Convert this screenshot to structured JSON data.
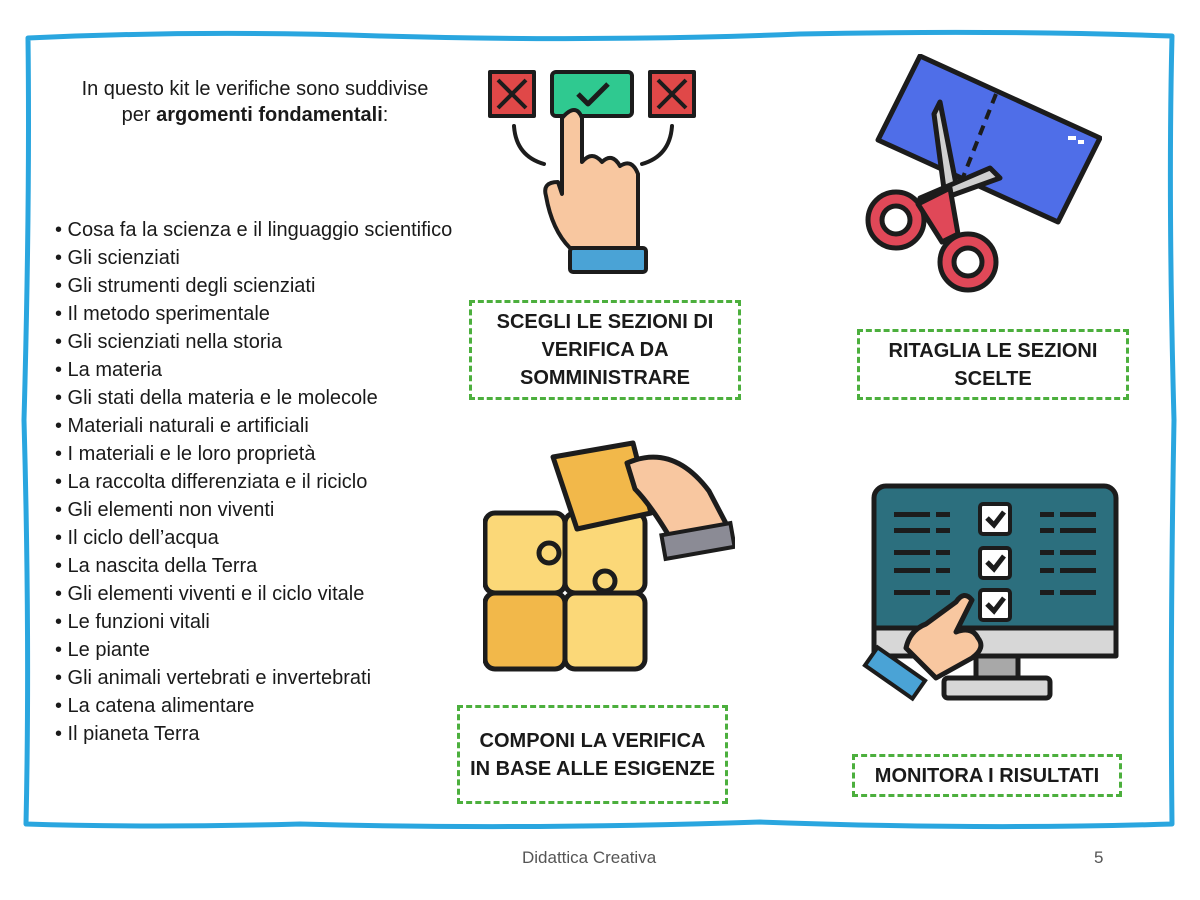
{
  "intro": {
    "line1": "In questo kit le verifiche sono suddivise",
    "line2_prefix": "per ",
    "line2_bold": "argomenti fondamentali",
    "line2_suffix": ":"
  },
  "topics": [
    "• Cosa fa la scienza e il linguaggio scientifico",
    "• Gli scienziati",
    "• Gli strumenti degli scienziati",
    "• Il metodo sperimentale",
    "• Gli scienziati nella storia",
    "• La materia",
    "• Gli stati della materia e le molecole",
    "•  Materiali naturali e artificiali",
    "• I materiali e le loro proprietà",
    "• La raccolta differenziata e il riciclo",
    "• Gli elementi non viventi",
    "• Il ciclo dell’acqua",
    "• La nascita della Terra",
    "• Gli elementi viventi e il ciclo vitale",
    "• Le funzioni vitali",
    "• Le piante",
    "• Gli animali vertebrati e invertebrati",
    "• La catena alimentare",
    "• Il pianeta Terra"
  ],
  "steps": {
    "choose": "SCEGLI LE SEZIONI DI VERIFICA DA SOMMINISTRARE",
    "cut": "RITAGLIA LE SEZIONI SCELTE",
    "compose": "COMPONI LA VERIFICA IN BASE ALLE ESIGENZE",
    "monitor": "MONITORA I RISULTATI"
  },
  "icons": {
    "choose": "hand-selecting-checkbox-icon",
    "cut": "scissors-cutting-paper-icon",
    "compose": "puzzle-pieces-icon",
    "monitor": "monitor-checklist-icon"
  },
  "colors": {
    "frame": "#2aa6df",
    "dashed_border": "#4caf3d"
  },
  "footer": {
    "brand": "Didattica Creativa",
    "page_number": "5"
  }
}
